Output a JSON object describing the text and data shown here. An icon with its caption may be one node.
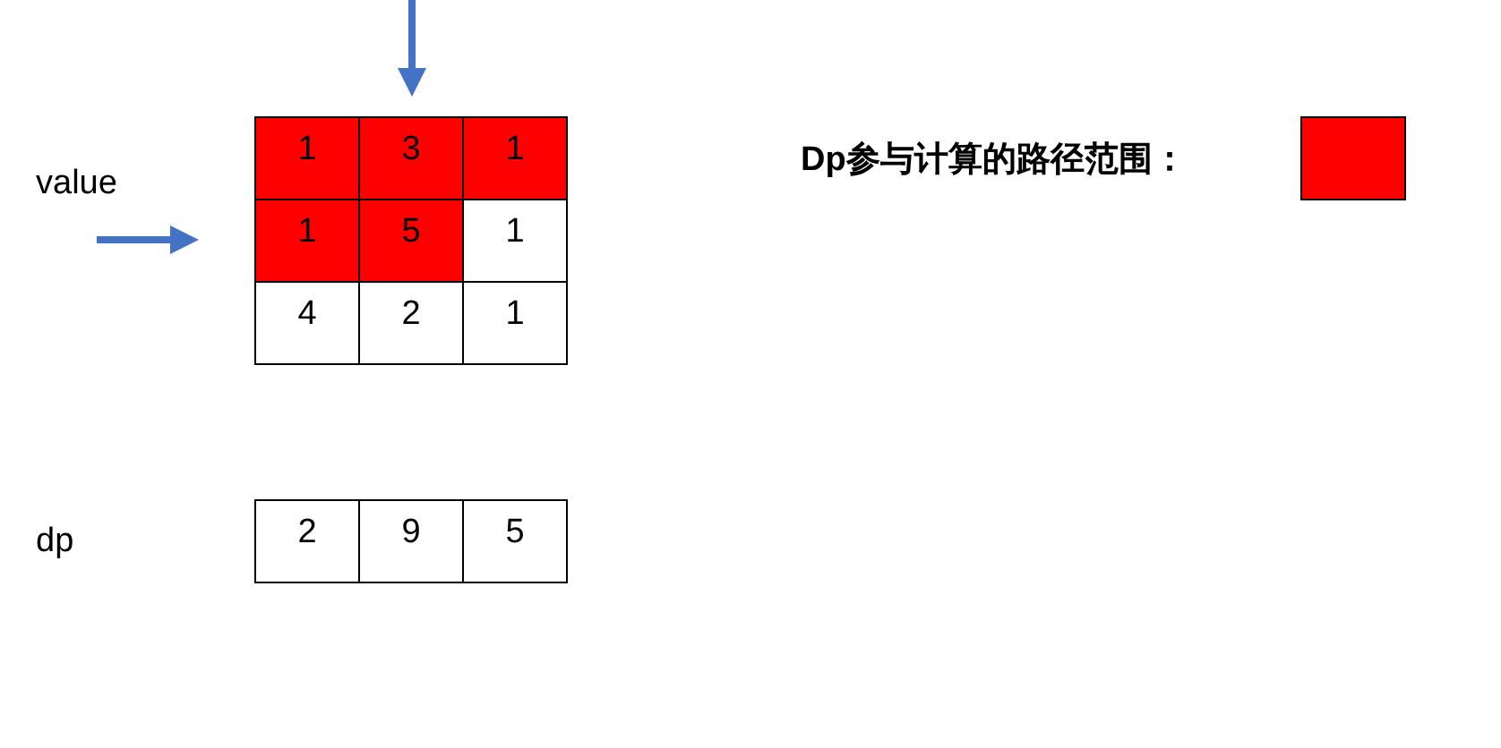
{
  "diagram": {
    "labels": [
      "value",
      "1",
      "3",
      "1",
      "1",
      "5",
      "1",
      "4",
      "2",
      "1",
      "dp",
      "2",
      "9",
      "5"
    ],
    "legend": [
      {
        "text": "Dp参与计算的路径范围：",
        "color": "#ff0000"
      }
    ]
  }
}
